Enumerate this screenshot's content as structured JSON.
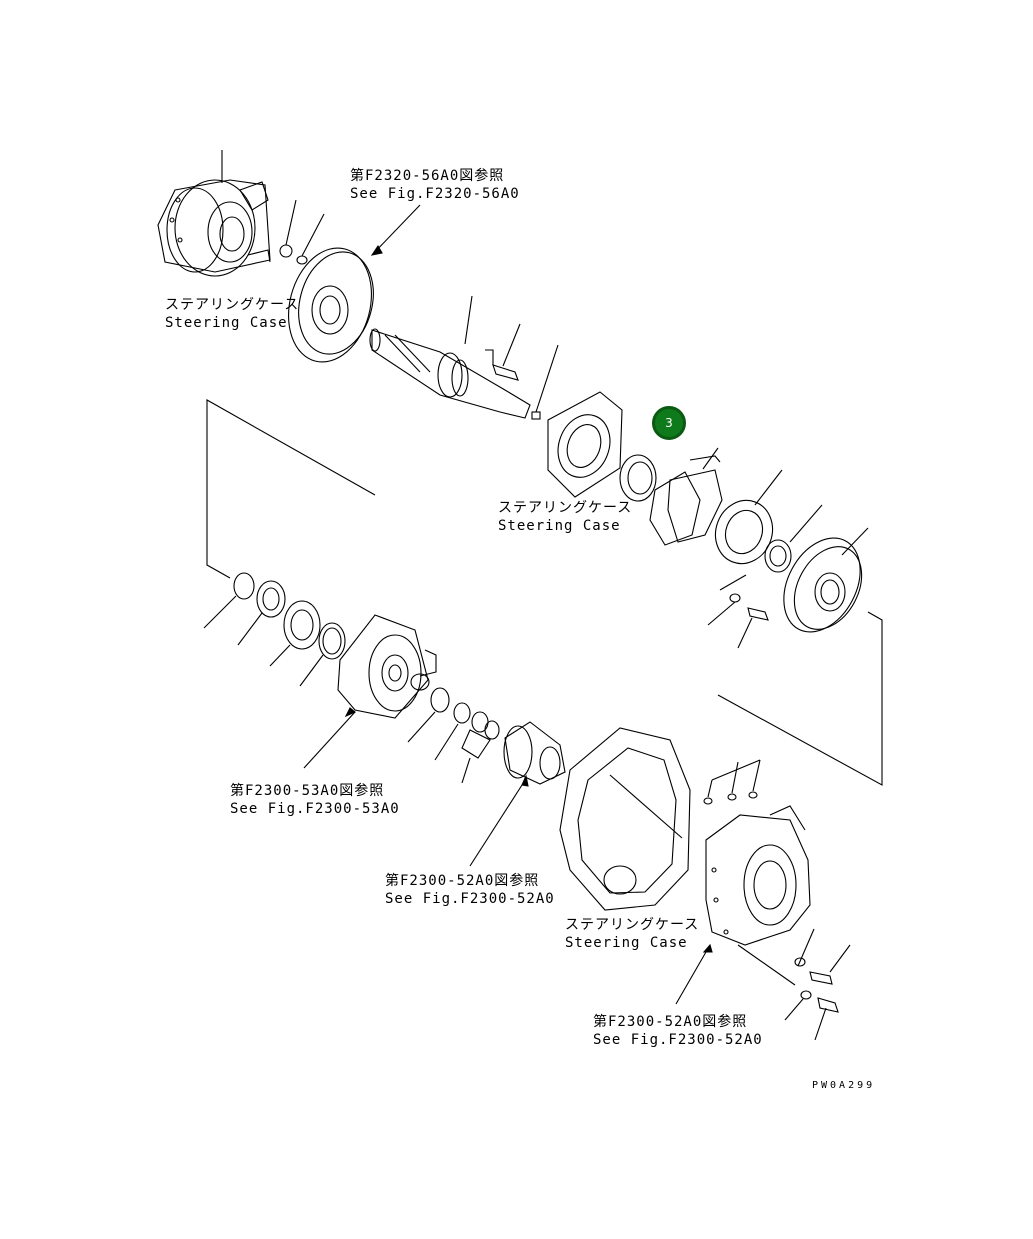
{
  "diagram": {
    "callout": {
      "number": "3",
      "color": "#0f7a1c"
    },
    "references": [
      {
        "jp": "第F2320-56A0図参照",
        "en": "See Fig.F2320-56A0"
      },
      {
        "jp": "第F2300-53A0図参照",
        "en": "See Fig.F2300-53A0"
      },
      {
        "jp": "第F2300-52A0図参照",
        "en": "See Fig.F2300-52A0"
      },
      {
        "jp": "第F2300-52A0図参照",
        "en": "See Fig.F2300-52A0"
      }
    ],
    "case_labels": [
      {
        "jp": "ステアリングケース",
        "en": "Steering Case"
      },
      {
        "jp": "ステアリングケース",
        "en": "Steering Case"
      },
      {
        "jp": "ステアリングケース",
        "en": "Steering Case"
      }
    ],
    "drawing_code": "PW0A299"
  }
}
